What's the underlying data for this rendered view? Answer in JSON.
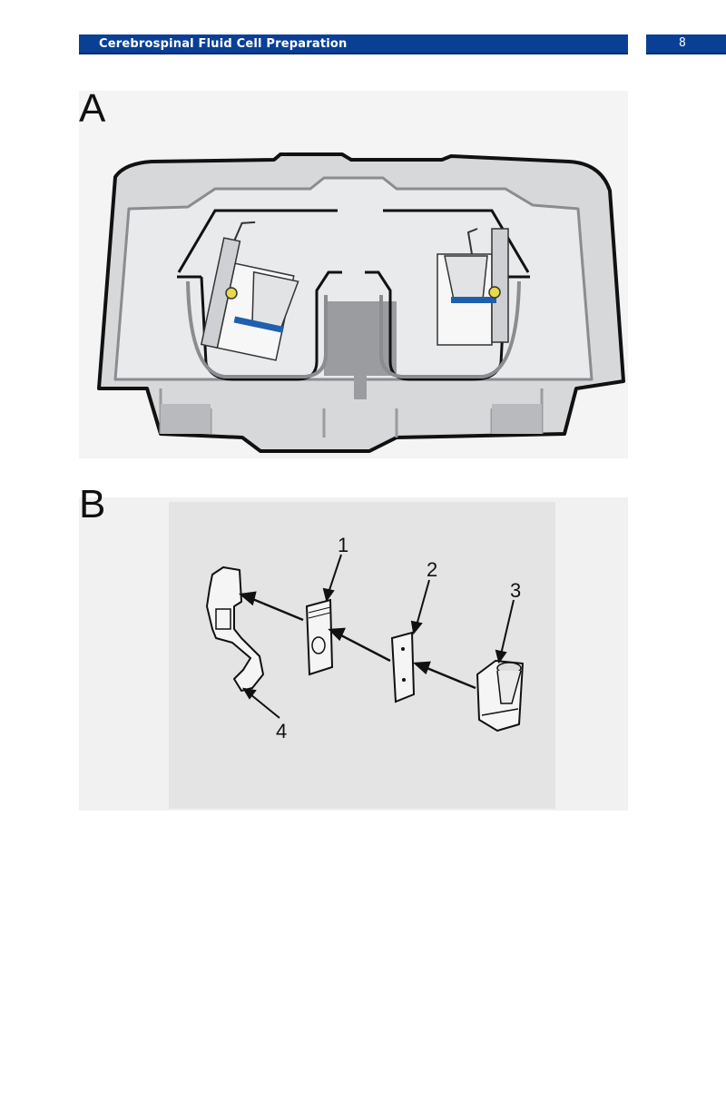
{
  "header": {
    "title": "Cerebrospinal Fluid Cell Preparation",
    "page_number": "8"
  },
  "panels": {
    "a": {
      "letter": "A"
    },
    "b": {
      "letter": "B",
      "callouts": [
        "1",
        "2",
        "3",
        "4"
      ]
    }
  },
  "colors": {
    "header_blue": "#0a3f96",
    "housing_gray": "#d9d9d9",
    "inner_gray": "#e9eaec",
    "cell_blue": "#1f5fb0",
    "indicator_yellow": "#e8d84a"
  }
}
